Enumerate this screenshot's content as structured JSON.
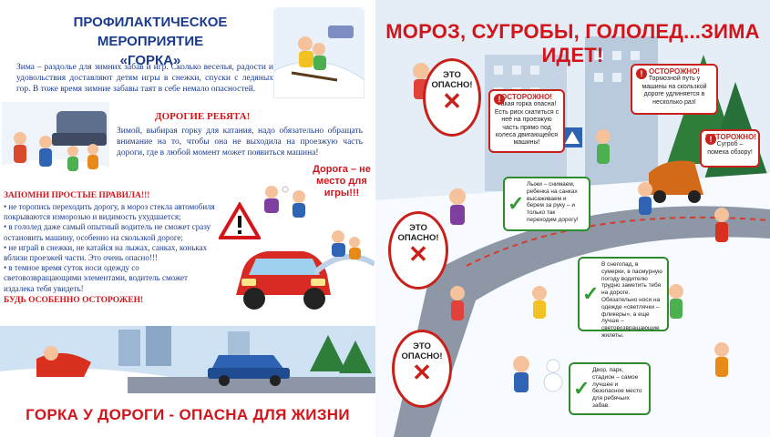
{
  "left_poster": {
    "title_line1": "ПРОФИЛАКТИЧЕСКОЕ МЕРОПРИЯТИЕ",
    "title_line2": "«ГОРКА»",
    "intro": "Зима – раздолье для зимних забав и игр. Сколько веселья, радости и удовольствия доставляют детям игры в снежки, спуски с ледяных гор. В тоже время зимние забавы таят в себе немало опасностей.",
    "heading": "ДОРОГИЕ РЕБЯТА!",
    "advice": "Зимой, выбирая горку для катания, надо обязательно обращать внимание на то, чтобы она не выходила на проезжую часть дороги, где в любой момент может появиться машина!",
    "road_note": "Дорога – не место для игры!!!",
    "rules_heading": "ЗАПОМНИ ПРОСТЫЕ ПРАВИЛА!!!",
    "rules": [
      "• не торопись переходить дорогу, в мороз стекла автомобиля покрываются изморозью и видимость ухудшается;",
      "• в гололед даже самый опытный водитель не сможет сразу остановить машину, особенно на скользкой дороге;",
      "• не играй в снежки, не катайся на лыжах, санках, коньках вблизи проезжей части. Это очень опасно!!!",
      "• в темное время суток носи одежду со световозвращающими элементами, водитель сможет издалека тебя увидеть!"
    ],
    "caution": "БУДЬ ОСОБЕННО ОСТОРОЖЕН!",
    "footer": "ГОРКА У ДОРОГИ - ОПАСНА ДЛЯ ЖИЗНИ"
  },
  "right_poster": {
    "title": "МОРОЗ, СУГРОБЫ, ГОЛОЛЕД...ЗИМА ИДЕТ!",
    "danger_label": "ЭТО ОПАСНО!",
    "warnings": [
      {
        "title": "ОСТОРОЖНО!",
        "text": "Такая горка опасна! Есть риск скатиться с неё на проезжую часть прямо под колеса двигающейся машины!"
      },
      {
        "title": "ОСТОРОЖНО!",
        "text": "Тормозной путь у машины на скользкой дороге удлиняется в несколько раз!"
      },
      {
        "title": "ОСТОРОЖНО!",
        "text": "Сугроб – помеха обзору!"
      }
    ],
    "tips": [
      "Лыжи – снимаем, ребенка на санках высаживаем и берем за руку – и только так переходим дорогу!",
      "В снегопад, в сумерки, в пасмурную погоду водителю трудно заметить тебя на дороге. Обязательно носи на одежде «светлячки – фликеры», а еще лучше – световозвращающие жилеты.",
      "Двор, парк, стадион – самое лучшее и безопасное место для ребячьих забав."
    ]
  },
  "colors": {
    "accent_red": "#d3151b",
    "text_blue": "#1a3a8c",
    "ok_green": "#2e8b2e"
  }
}
